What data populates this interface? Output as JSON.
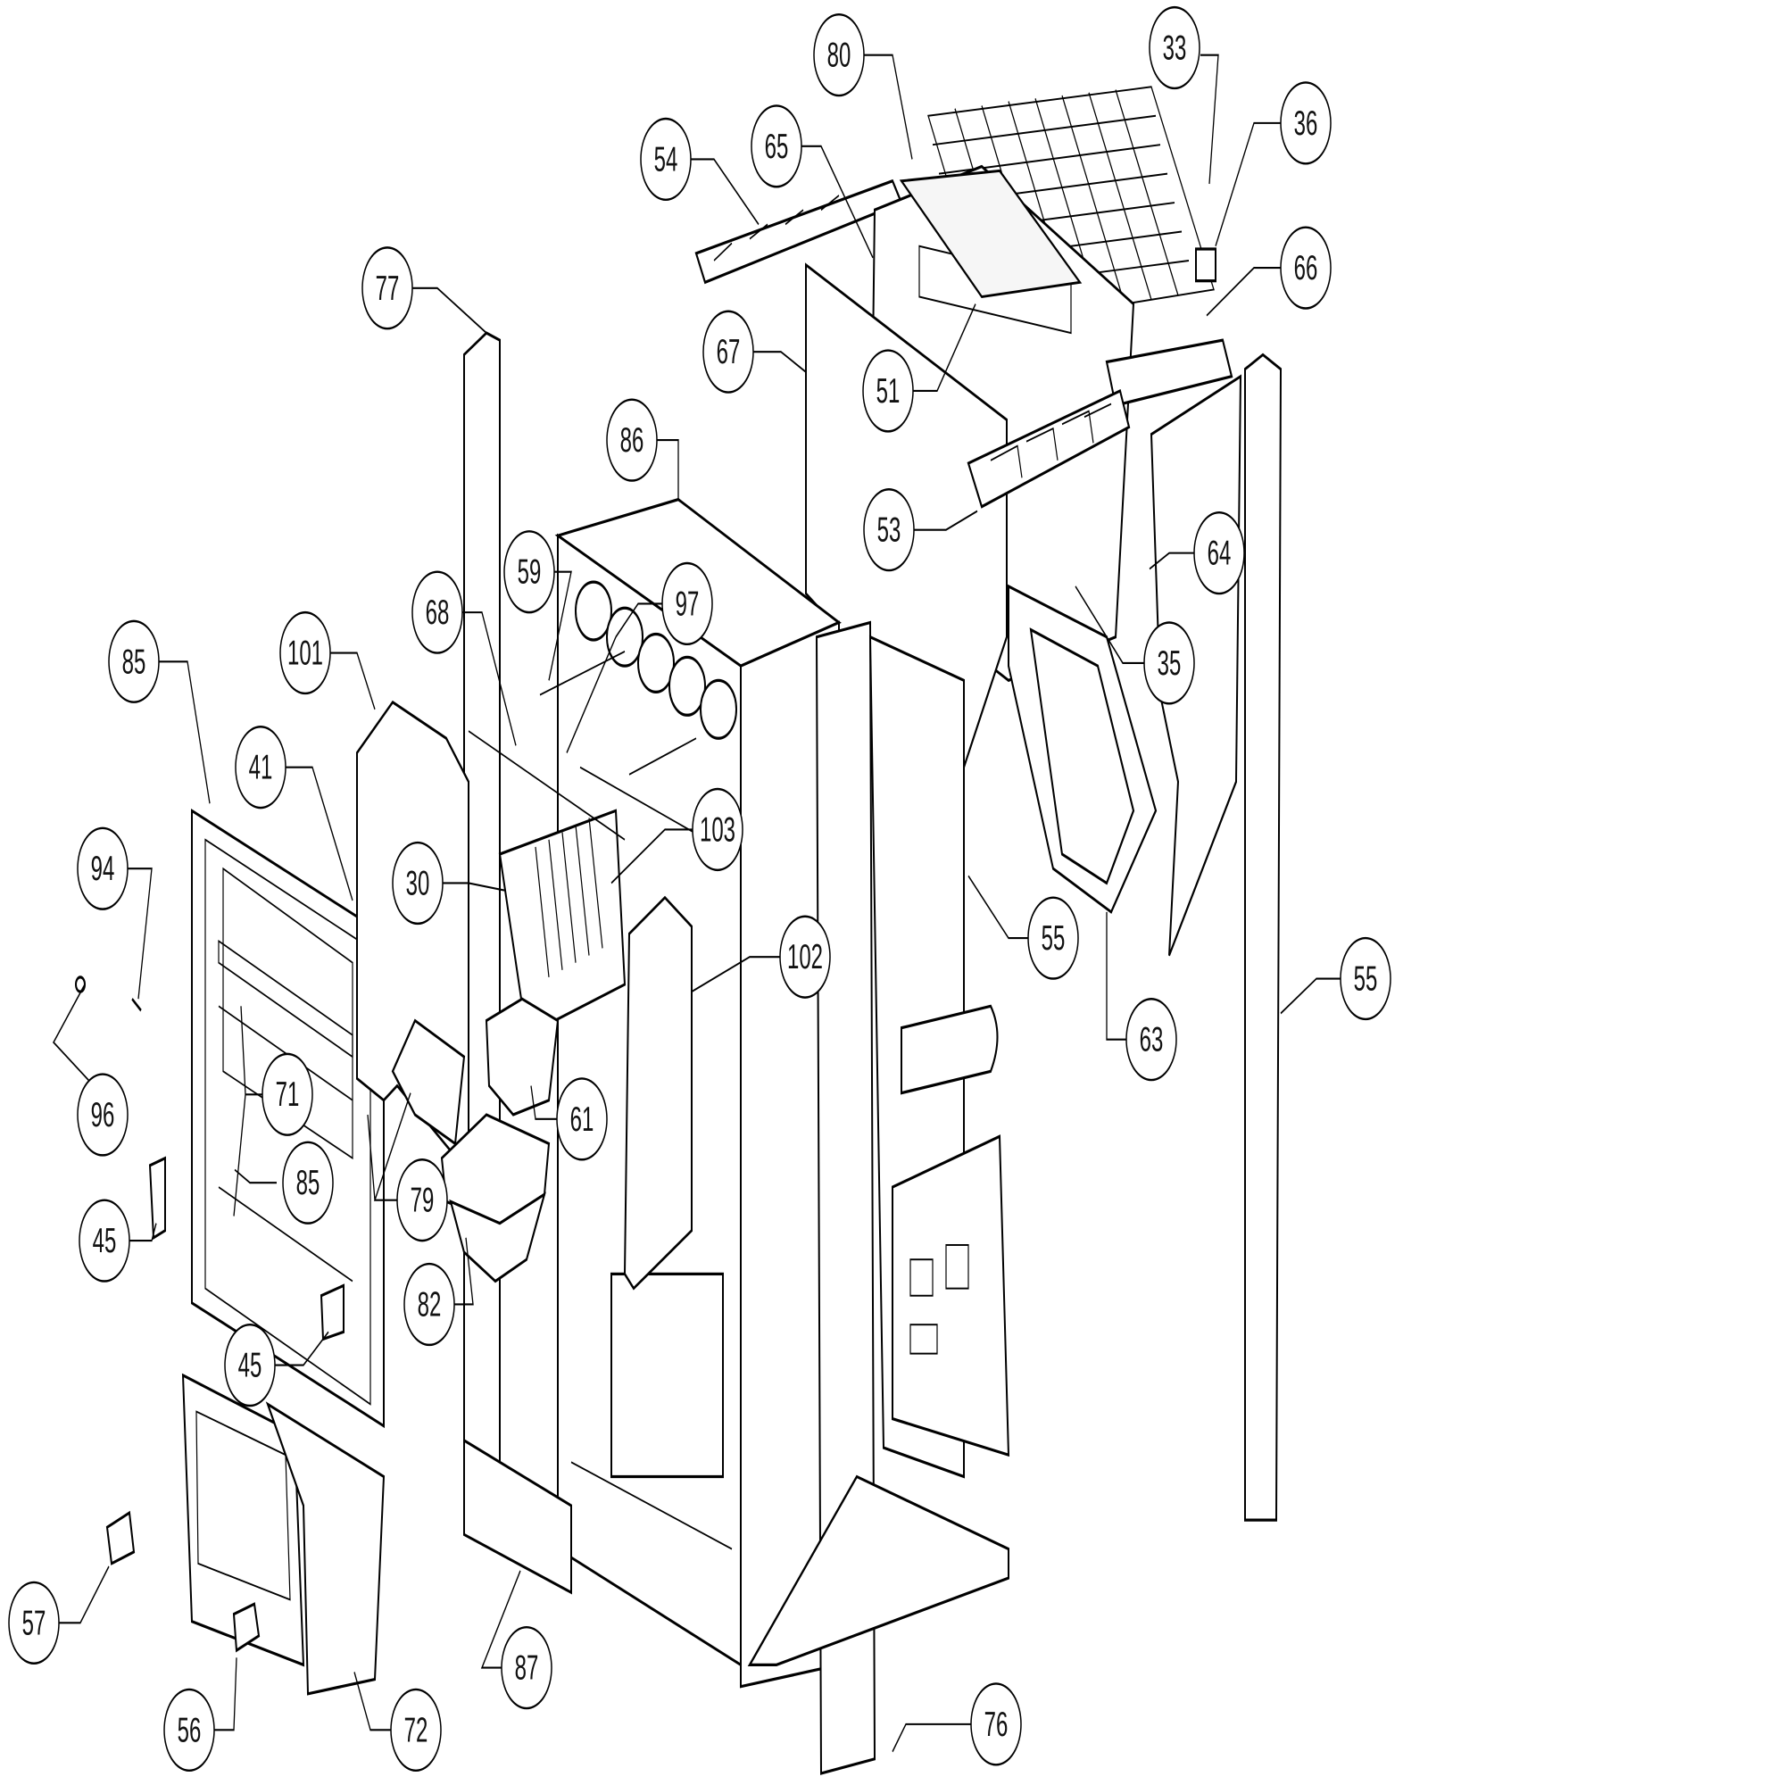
{
  "diagram": {
    "callouts": [
      {
        "label": "33"
      },
      {
        "label": "80"
      },
      {
        "label": "36"
      },
      {
        "label": "54"
      },
      {
        "label": "65"
      },
      {
        "label": "66"
      },
      {
        "label": "77"
      },
      {
        "label": "67"
      },
      {
        "label": "51"
      },
      {
        "label": "86"
      },
      {
        "label": "53"
      },
      {
        "label": "59"
      },
      {
        "label": "64"
      },
      {
        "label": "97"
      },
      {
        "label": "85"
      },
      {
        "label": "101"
      },
      {
        "label": "68"
      },
      {
        "label": "35"
      },
      {
        "label": "41"
      },
      {
        "label": "103"
      },
      {
        "label": "30"
      },
      {
        "label": "94"
      },
      {
        "label": "55"
      },
      {
        "label": "102"
      },
      {
        "label": "55"
      },
      {
        "label": "63"
      },
      {
        "label": "71"
      },
      {
        "label": "61"
      },
      {
        "label": "96"
      },
      {
        "label": "85"
      },
      {
        "label": "79"
      },
      {
        "label": "45"
      },
      {
        "label": "82"
      },
      {
        "label": "45"
      },
      {
        "label": "57"
      },
      {
        "label": "87"
      },
      {
        "label": "56"
      },
      {
        "label": "72"
      },
      {
        "label": "76"
      }
    ]
  }
}
